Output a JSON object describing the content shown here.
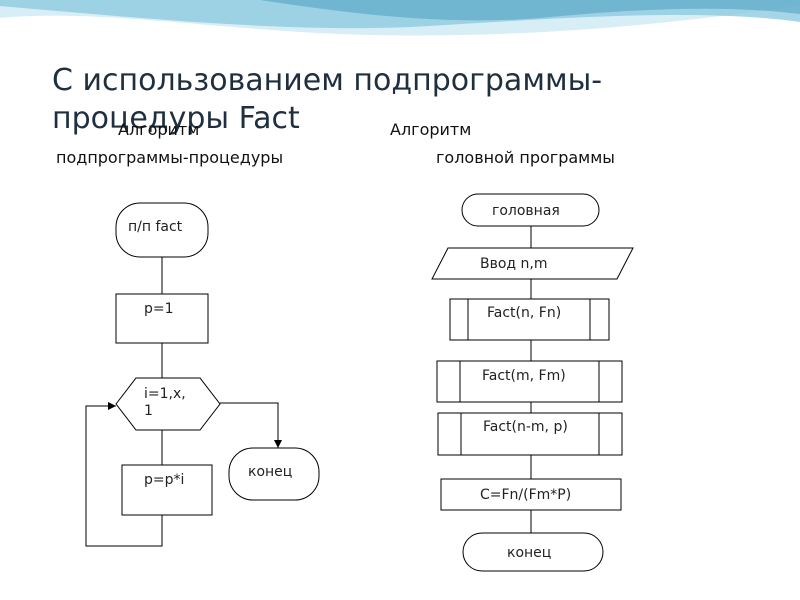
{
  "slide": {
    "title": "С использованием подпрограммы-процедуры Fact"
  },
  "left": {
    "heading_line1": "Алгоритм",
    "heading_line2": "подпрограммы-процедуры",
    "start": "п/п fact",
    "init": "p=1",
    "loop_line1": "i=1,x,",
    "loop_line2": "1",
    "body": "p=p*i",
    "end": "конец"
  },
  "right": {
    "heading_line1": "Алгоритм",
    "heading_line2": "головной программы",
    "start": "головная",
    "input": "Ввод n,m",
    "call1": "Fact(n, Fn)",
    "call2": "Fact(m, Fm)",
    "call3": "Fact(n-m, p)",
    "compute": "C=Fn/(Fm*P)",
    "end": "конец"
  },
  "colors": {
    "wave_light": "#d8eef6",
    "wave_mid": "#8fcbe0",
    "wave_dark": "#4a9fc1",
    "title": "#1f2f3f"
  }
}
